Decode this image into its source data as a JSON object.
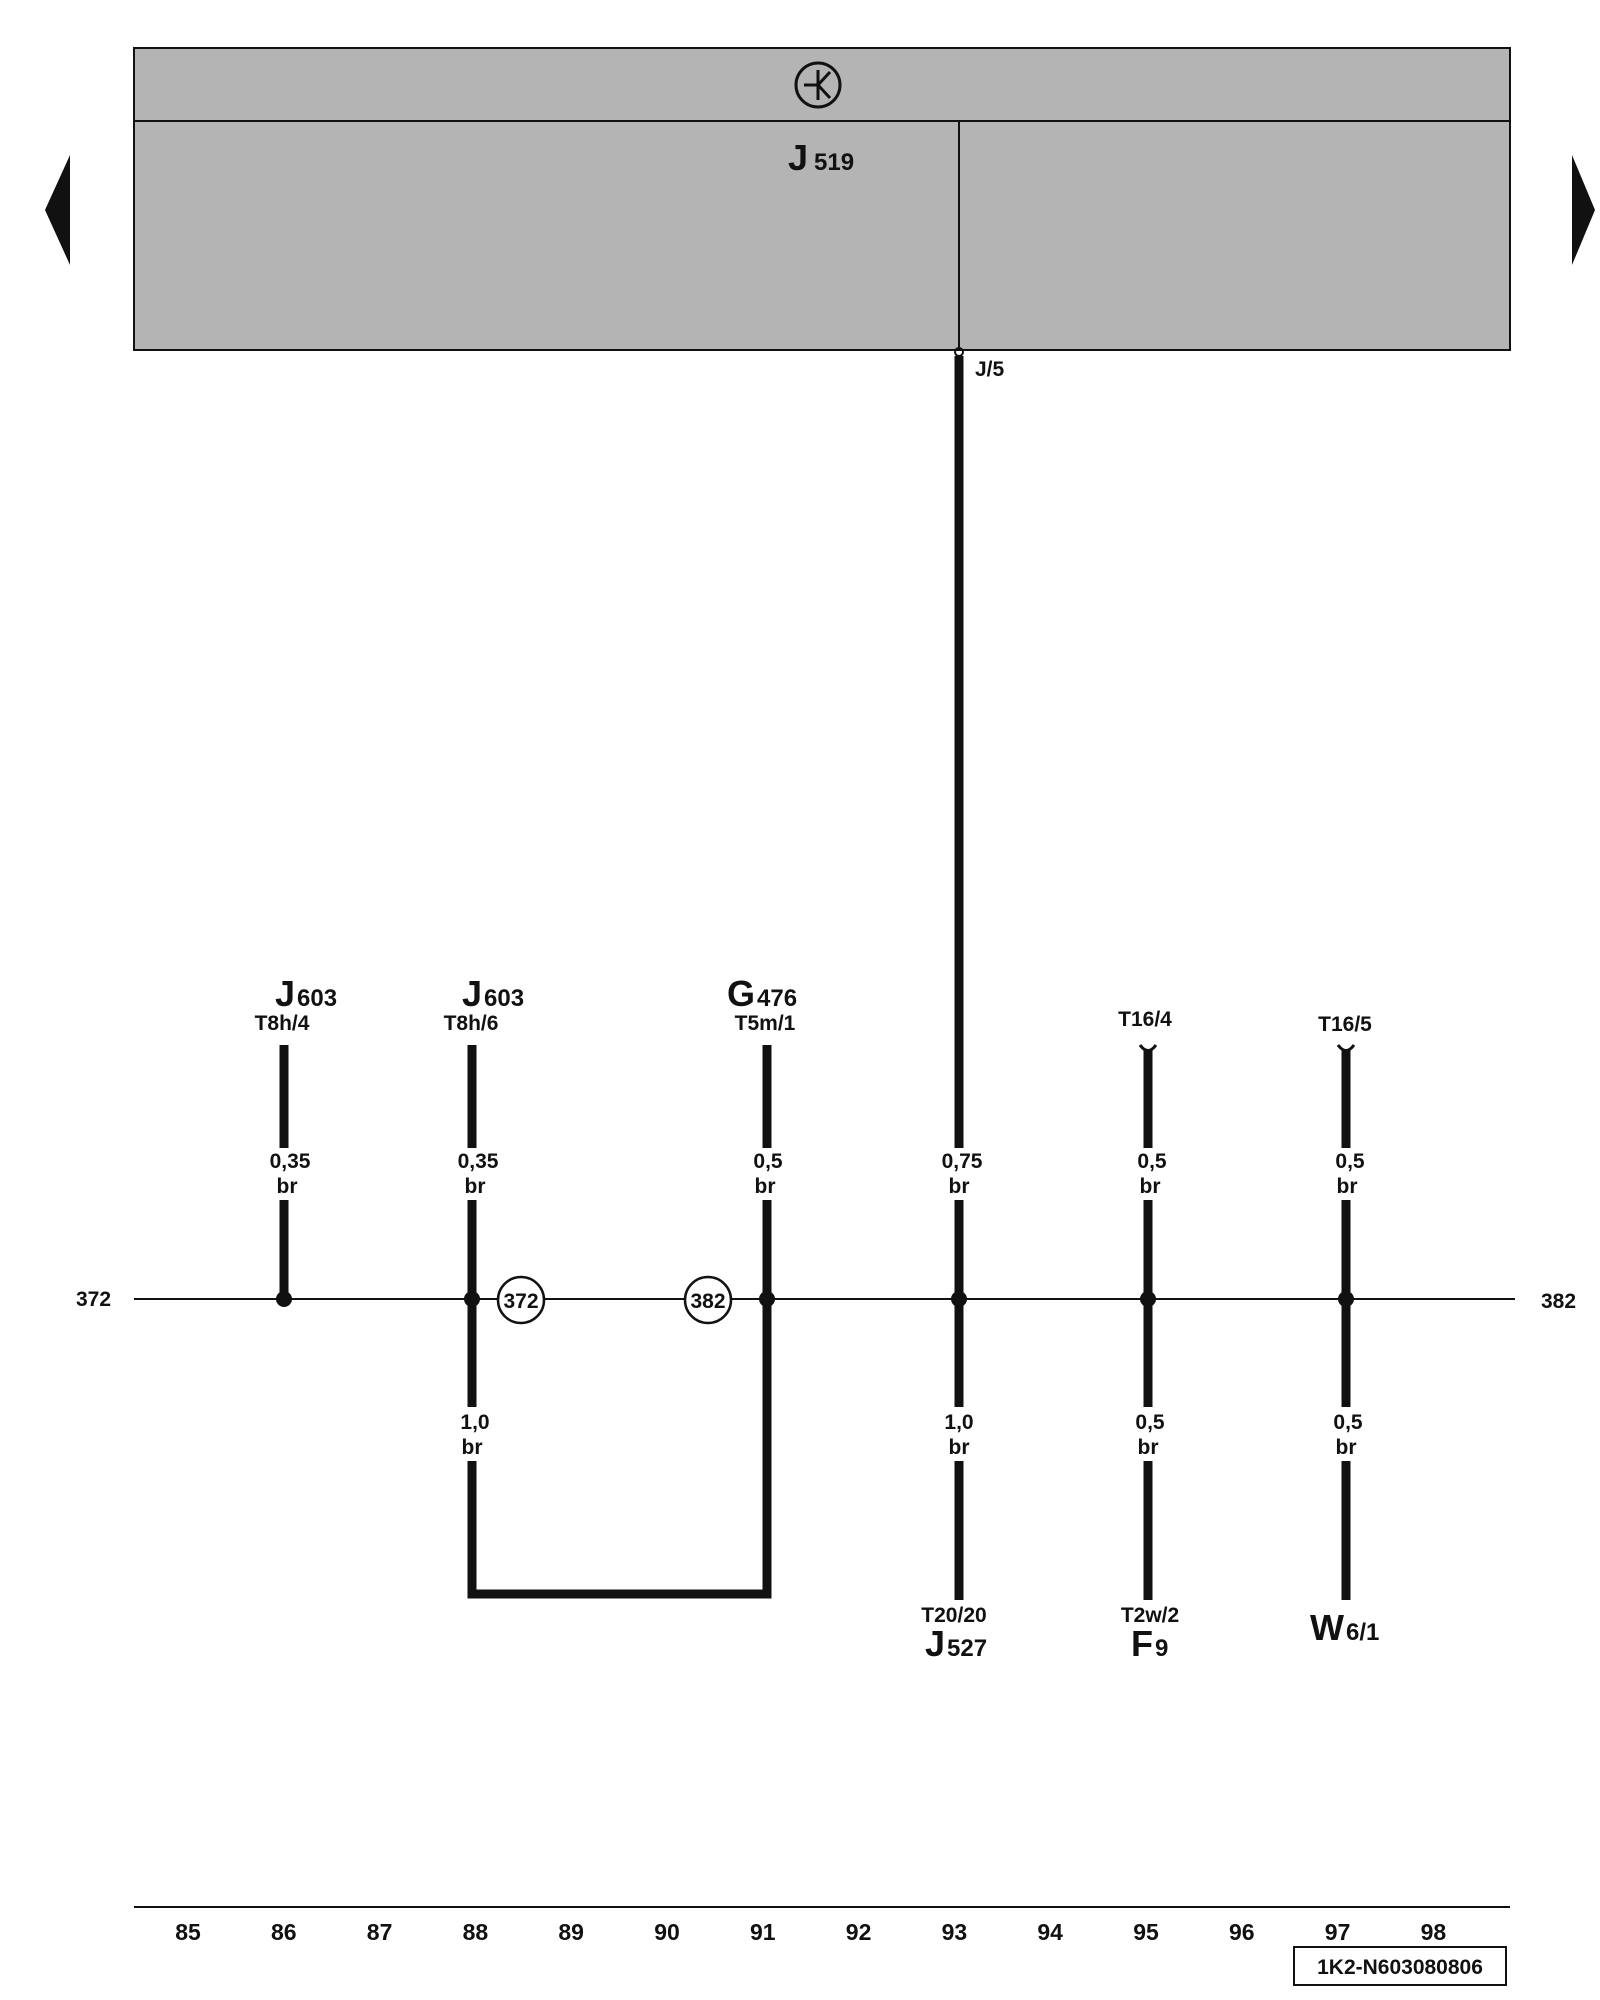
{
  "control_unit": {
    "name": "J",
    "sub": "519",
    "pin": "J/5"
  },
  "nav": {
    "prev": "previous-page",
    "next": "next-page"
  },
  "bus": {
    "left_ref": "372",
    "right_ref": "382",
    "circle_left": "372",
    "circle_right": "382"
  },
  "top_components": [
    {
      "name": "J",
      "sub": "603",
      "pin": "T8h/4",
      "wire": "0,35",
      "color": "br"
    },
    {
      "name": "J",
      "sub": "603",
      "pin": "T8h/6",
      "wire": "0,35",
      "color": "br"
    },
    {
      "name": "G",
      "sub": "476",
      "pin": "T5m/1",
      "wire": "0,5",
      "color": "br"
    },
    {
      "name": "",
      "sub": "",
      "pin": "",
      "wire": "0,75",
      "color": "br"
    },
    {
      "name": "",
      "sub": "",
      "pin": "T16/4",
      "wire": "0,5",
      "color": "br"
    },
    {
      "name": "",
      "sub": "",
      "pin": "T16/5",
      "wire": "0,5",
      "color": "br"
    }
  ],
  "bottom_wires": [
    {
      "wire": "1,0",
      "color": "br"
    },
    {
      "wire": "1,0",
      "color": "br"
    },
    {
      "wire": "0,5",
      "color": "br"
    },
    {
      "wire": "0,5",
      "color": "br"
    }
  ],
  "bottom_components": [
    {
      "pin": "T20/20",
      "name": "J",
      "sub": "527"
    },
    {
      "pin": "T2w/2",
      "name": "F",
      "sub": "9"
    },
    {
      "pin": "",
      "name": "W",
      "sub": "6/1"
    }
  ],
  "grid_numbers": [
    "85",
    "86",
    "87",
    "88",
    "89",
    "90",
    "91",
    "92",
    "93",
    "94",
    "95",
    "96",
    "97",
    "98"
  ],
  "diagram_code": "1K2-N603080806",
  "colors": {
    "panel": "#b4b4b4",
    "ink": "#111111"
  }
}
